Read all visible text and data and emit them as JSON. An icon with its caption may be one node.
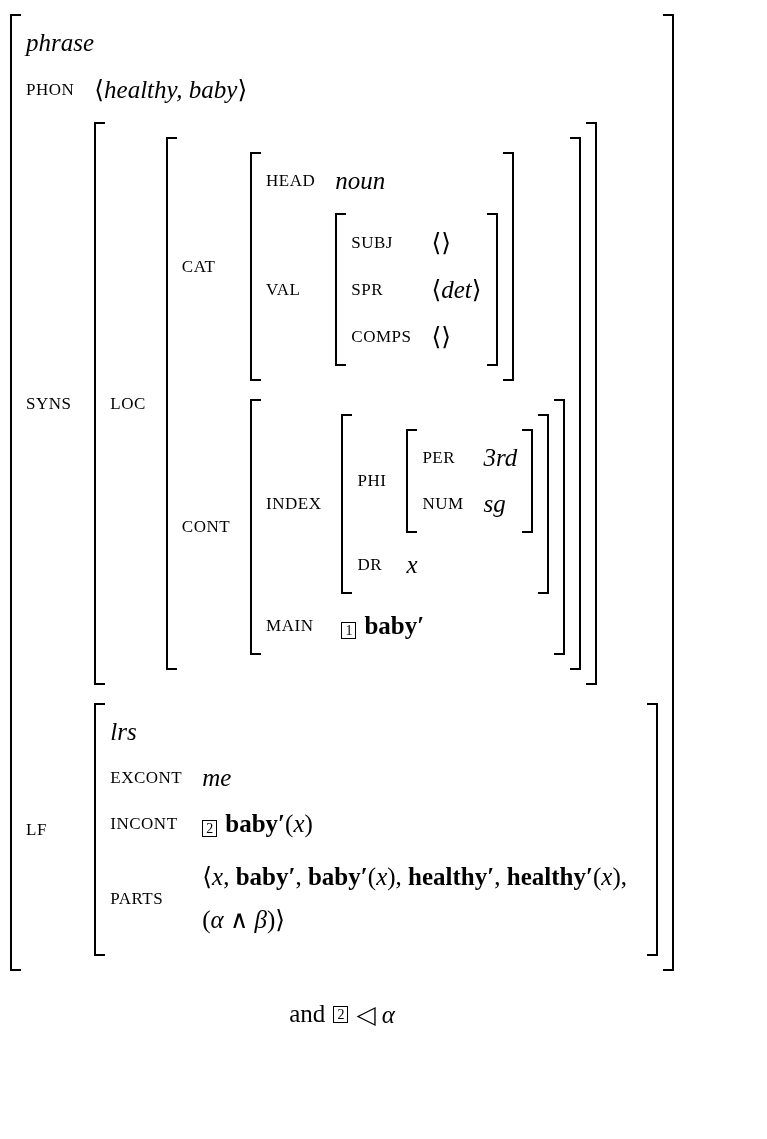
{
  "diagram": {
    "labels": [
      "phrase",
      "PHON",
      "⟨*healthy, baby*⟩",
      "SYNS",
      "LOC",
      "CAT",
      "HEAD",
      "noun",
      "VAL",
      "SUBJ",
      "⟨⟩",
      "SPR",
      "⟨*det*⟩",
      "COMPS",
      "⟨⟩",
      "CONT",
      "INDEX",
      "PHI",
      "PER",
      "3rd",
      "NUM",
      "sg",
      "DR",
      "x",
      "MAIN",
      "1",
      "baby′",
      "LF",
      "lrs",
      "EXCONT",
      "me",
      "INCONT",
      "2",
      "**baby′**(*x*)",
      "PARTS",
      "⟨*x*, **baby′**, **baby′**(*x*), **healthy′**, **healthy′**(*x*), (*α* ∧ *β*)⟩",
      "and",
      "2",
      "◁ *α*"
    ]
  }
}
